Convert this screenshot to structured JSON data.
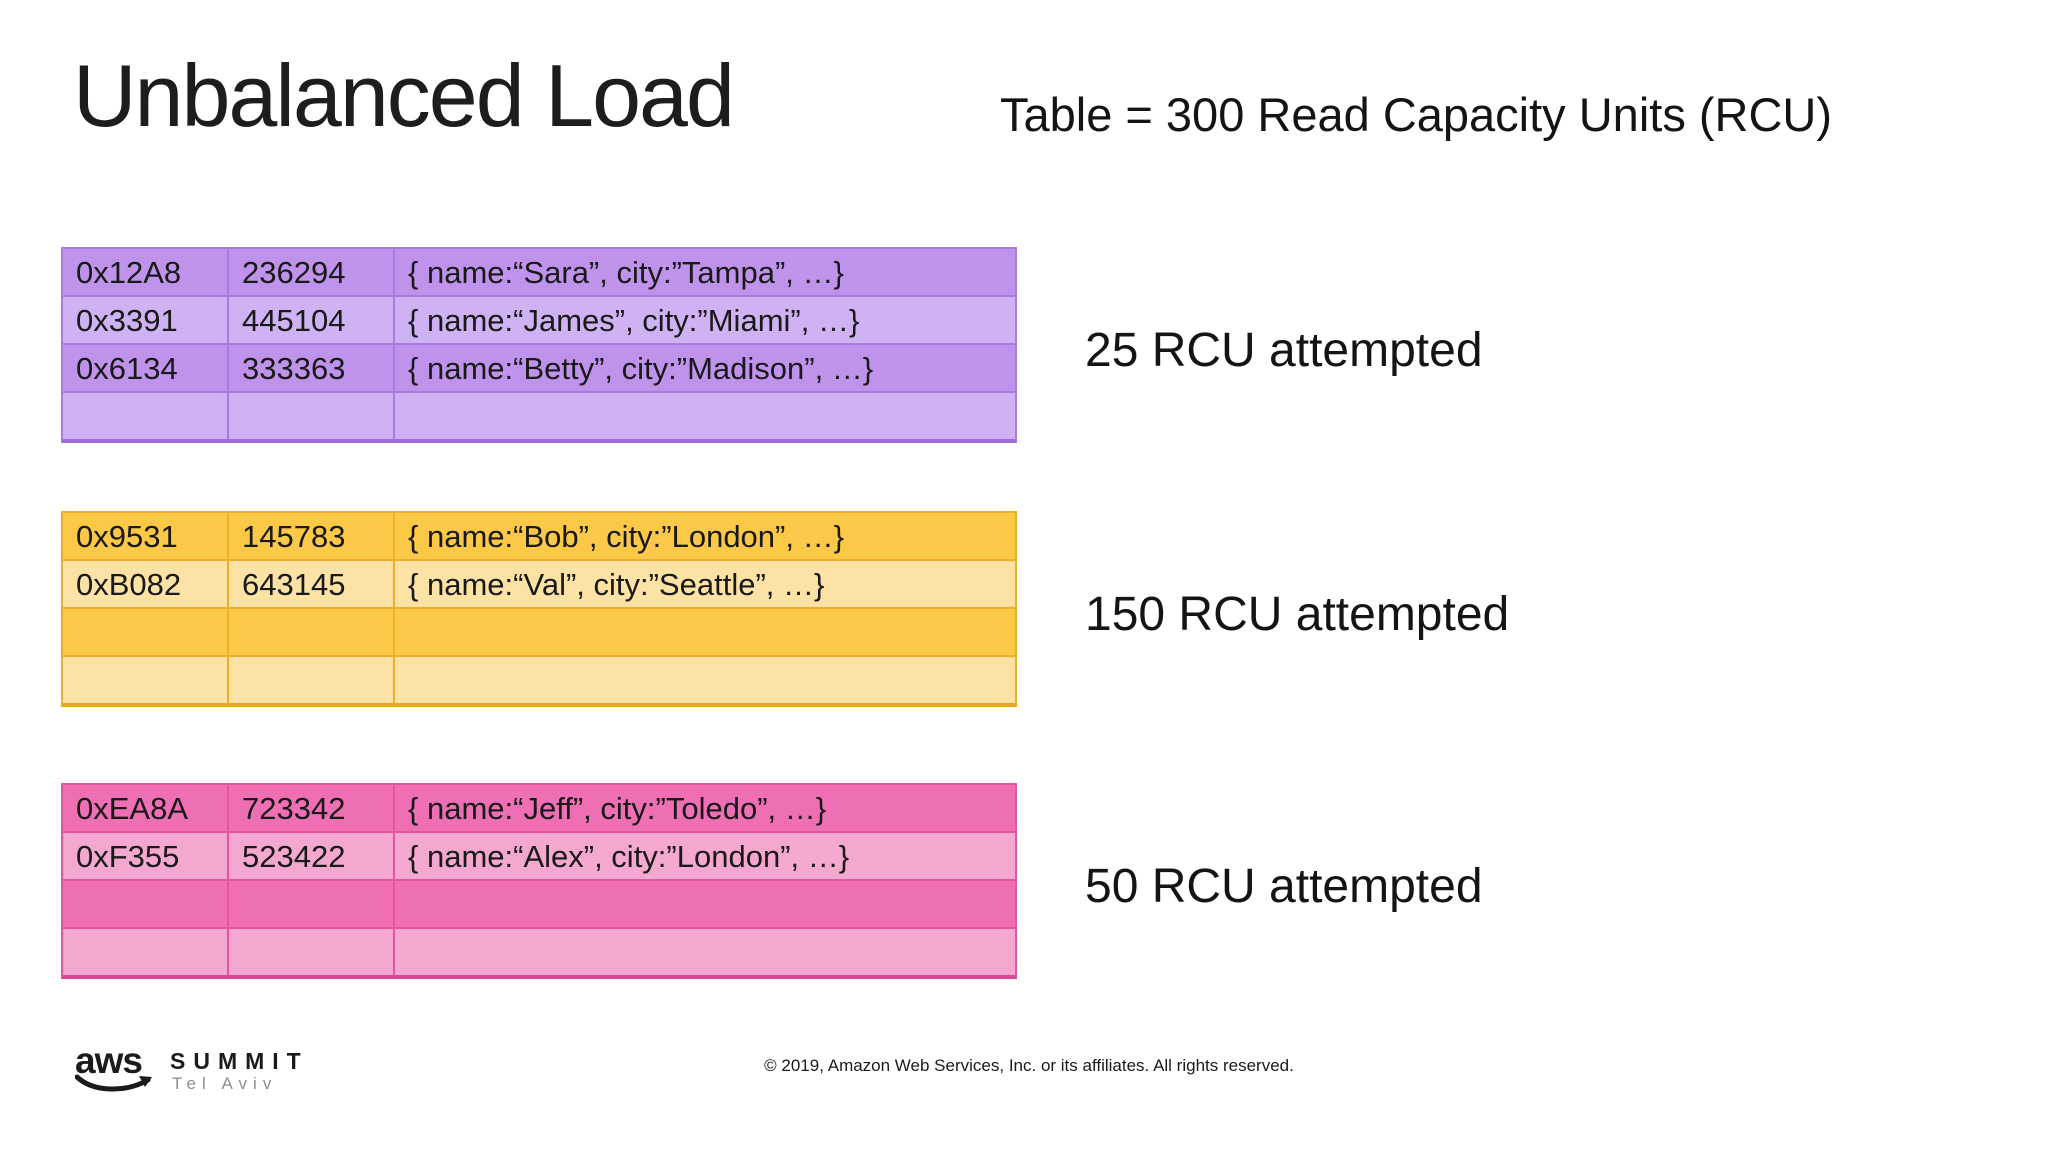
{
  "slide": {
    "title": "Unbalanced Load",
    "capacity_heading": "Table = 300 Read Capacity Units (RCU)"
  },
  "partitions": [
    {
      "label": "25 RCU attempted",
      "colors": {
        "dark": "#bf92ec",
        "light": "#cfb2f3",
        "border": "#a87be2",
        "border_bottom": "#a06ddd"
      },
      "rows": [
        [
          "0x12A8",
          "236294",
          "{ name:“Sara”, city:”Tampa”, …}"
        ],
        [
          "0x3391",
          "445104",
          "{ name:“James”, city:”Miami”, …}"
        ],
        [
          "0x6134",
          "333363",
          "{ name:“Betty”, city:”Madison”, …}"
        ],
        [
          "",
          "",
          ""
        ]
      ]
    },
    {
      "label": "150 RCU attempted",
      "colors": {
        "dark": "#fcc847",
        "light": "#fce2a5",
        "border": "#efae27",
        "border_bottom": "#e5a71f"
      },
      "rows": [
        [
          "0x9531",
          "145783",
          "{ name:“Bob”, city:”London”, …}"
        ],
        [
          "0xB082",
          "643145",
          "{ name:“Val”, city:”Seattle”, …}"
        ],
        [
          "",
          "",
          ""
        ],
        [
          "",
          "",
          ""
        ]
      ]
    },
    {
      "label": "50 RCU attempted",
      "colors": {
        "dark": "#ee6fb3",
        "light": "#f4a8cf",
        "border": "#e2569f",
        "border_bottom": "#da4893"
      },
      "rows": [
        [
          "0xEA8A",
          "723342",
          "{ name:“Jeff”, city:”Toledo”, …}"
        ],
        [
          "0xF355",
          "523422",
          "{ name:“Alex”, city:”London”, …}"
        ],
        [
          "",
          "",
          ""
        ],
        [
          "",
          "",
          ""
        ]
      ]
    }
  ],
  "footer": {
    "logo_text": "aws",
    "summit_label": "SUMMIT",
    "summit_city": "Tel Aviv",
    "copyright": "© 2019, Amazon Web Services, Inc. or its affiliates. All rights reserved."
  }
}
